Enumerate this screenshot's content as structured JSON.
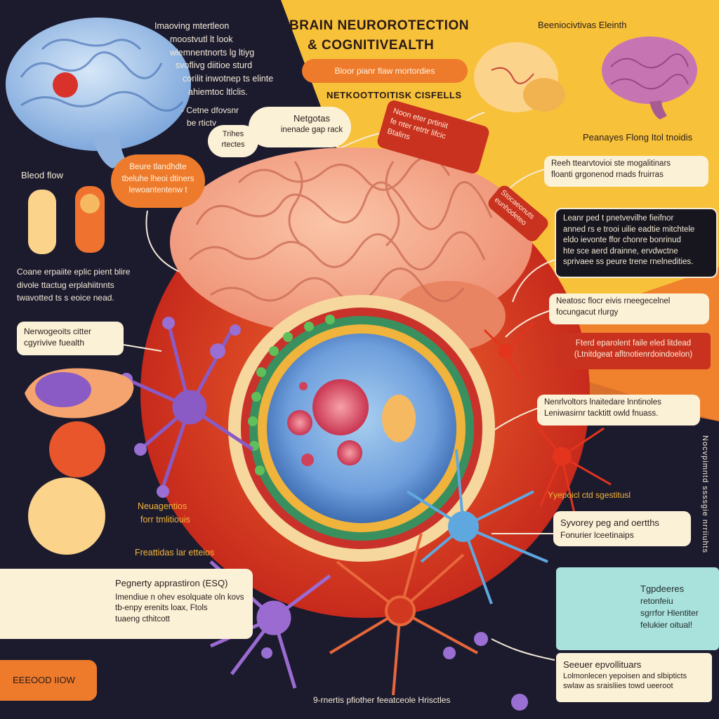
{
  "title": {
    "line1": "BRAIN NEUROROTECTION",
    "line2": "& COGNITIVEALTH",
    "pill": "Bloor pianr flaw mortordies",
    "subtitle": "NETKOOTTOITISK CISFELLS"
  },
  "top_left_text": {
    "lines": [
      "Imaoving mtertleon",
      "moostvutl lt look",
      "wlemnentnorts lg ltiyg",
      "svoflivg diitioe sturd",
      "corilit inwotnep ts elinte",
      "ahiemtoc ltlclis."
    ]
  },
  "top_left_note": {
    "lines": [
      "- Cetne dfovsnr",
      "be rtictv"
    ]
  },
  "top_right_heading": "Beeniocivtivas Eleinth",
  "top_right_caption": "Peanayes Flong Itol tnoidis",
  "left_blood_label": "Bleod flow",
  "left_caption": {
    "lines": [
      "Coane erpaiite eplic pient blire",
      "divole ttactug erplahiitnnts",
      "twavotted ts s eoice nead."
    ]
  },
  "orange_pill_left": {
    "lines": [
      "Beure tlandhdte",
      "tbeluhe  lheoi dtiners",
      "lewoantentenw  t"
    ]
  },
  "bubble_tr_top": {
    "lines": [
      "Trihes",
      "rtectes"
    ]
  },
  "bubble_center": {
    "lines": [
      "Netgotas",
      "inenade gap rack"
    ]
  },
  "red_label_top": {
    "lines": [
      "Noon eter prtiniit",
      "fe nter retrtr lifcic",
      "Btalins"
    ]
  },
  "red_label_side": {
    "lines": [
      "Stocaeonuts",
      "eunhodeteo"
    ]
  },
  "right_box_1": {
    "lines": [
      "Reeh ttearvtovioi ste mogalitinars",
      "floanti grgonenod rnads fruirras"
    ]
  },
  "right_box_2": {
    "lines": [
      "Leanr ped t pnetvevilhe fieifnor",
      "anned rs e trooi uilie eadtie mitchtele",
      "eldo ievonte ffor chonre bonrinud",
      "hte sce  aerd  drainne, ervdwctne",
      "sprivaee  ss peure trene rnelnedities."
    ]
  },
  "right_box_3": {
    "lines": [
      "Neatosc flocr eivis rneegecelnel",
      "focungacut rlurgy"
    ]
  },
  "right_box_4": {
    "lines": [
      "Fterd eparolent faile eled litdead",
      "(Ltnitdgeat afltnotienrdoindoelon)"
    ]
  },
  "right_box_5": {
    "lines": [
      "Nenrlvoltors lnaitedare lnntinoles",
      "Leniwasirnr tacktitt owld fnuass."
    ]
  },
  "left_box_1": {
    "lines": [
      "Nerwogeoits citter",
      "cgyrivive fuealth"
    ]
  },
  "neuro_label": {
    "lines": [
      "Neuagentios",
      "forr tmlitiouis"
    ]
  },
  "freat_label": "Freattidas lar etteios",
  "bottom_left_box": {
    "title": "Pegnerty apprastiron (ESQ)",
    "lines": [
      "Imendiue n ohev esolquate oln kovs",
      "tb-enpy erenits loax, Ftols",
      "tuaeng cthitcott"
    ]
  },
  "bottom_left_pill": "EEEOOD IIOW",
  "synapse_label": "Yyepoicl ctd sgestitusl",
  "synapse_box": {
    "lines": [
      "Syvorey peg and oertths",
      "Fonurier lceetinaips"
    ]
  },
  "teal_box": {
    "lines": [
      "Tgpdeeres",
      "retonfeiu",
      "sgrrfor Hlentiter",
      "felukier oitual!"
    ]
  },
  "bottom_right_box": {
    "title": "Seeuer epvollituars",
    "lines": [
      "Lolmonlecen  yepoisen and slbipticts",
      "swlaw as sraisliies towd ueeroot"
    ]
  },
  "footer": "9-rnertis pfiother feeatceole Hrisctles",
  "vertical_text": "Nocvpimntd ssssgie nrriiuhts",
  "colors": {
    "background_dark": "#1c1b2e",
    "yellow_panel": "#f8c13a",
    "orange_accent": "#ee7b2c",
    "red_accent": "#c8321f",
    "cream": "#fbf1d7",
    "brain_pink": "#f2a98a",
    "neuron_purple": "#8a5bc4",
    "neuron_blue": "#5fa8df",
    "teal": "#a9e1dc"
  }
}
